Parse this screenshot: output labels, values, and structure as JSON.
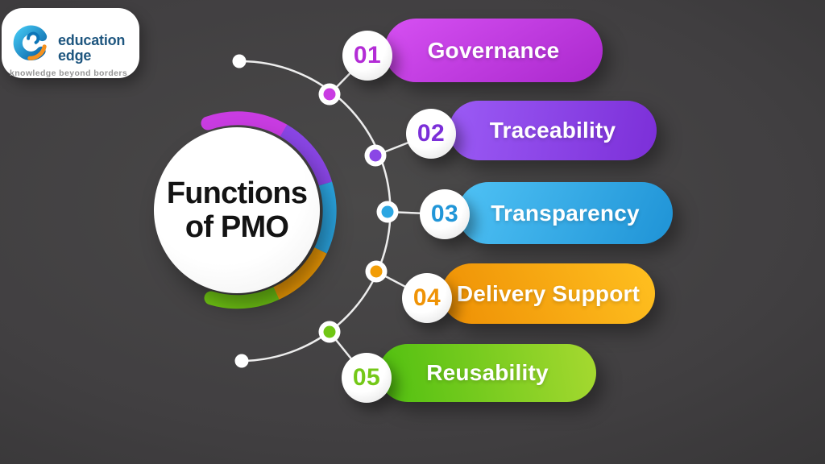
{
  "logo": {
    "name_line1": "education",
    "name_line2": "edge",
    "tagline": "knowledge beyond borders",
    "name_color": "#1e567f",
    "tagline_color": "#969696",
    "mark_blue_light": "#3fc1ee",
    "mark_blue_dark": "#0c64a7",
    "mark_orange": "#f5911e"
  },
  "center": {
    "title_line1": "Functions",
    "title_line2": "of PMO",
    "text_color": "#131313"
  },
  "connector": {
    "line_color": "#ededed",
    "dot_white": "#ffffff"
  },
  "items": [
    {
      "number": "01",
      "label": "Governance",
      "color": "#c93ce2",
      "gradient_from": "#d650f2",
      "gradient_to": "#aa28cd",
      "number_color": "#b32cd6"
    },
    {
      "number": "02",
      "label": "Traceability",
      "color": "#8a46e6",
      "gradient_from": "#9b5bf5",
      "gradient_to": "#7c2fd8",
      "number_color": "#7b2fd8"
    },
    {
      "number": "03",
      "label": "Transparency",
      "color": "#2ba6e2",
      "gradient_from": "#4fc2f5",
      "gradient_to": "#1f93d6",
      "number_color": "#2196d8"
    },
    {
      "number": "04",
      "label": "Delivery Support",
      "color": "#f29d06",
      "gradient_from": "#ee8f04",
      "gradient_to": "#ffc020",
      "number_color": "#ef9306"
    },
    {
      "number": "05",
      "label": "Reusability",
      "color": "#70c614",
      "gradient_from": "#4fbf10",
      "gradient_to": "#a6d930",
      "number_color": "#74c818"
    }
  ]
}
